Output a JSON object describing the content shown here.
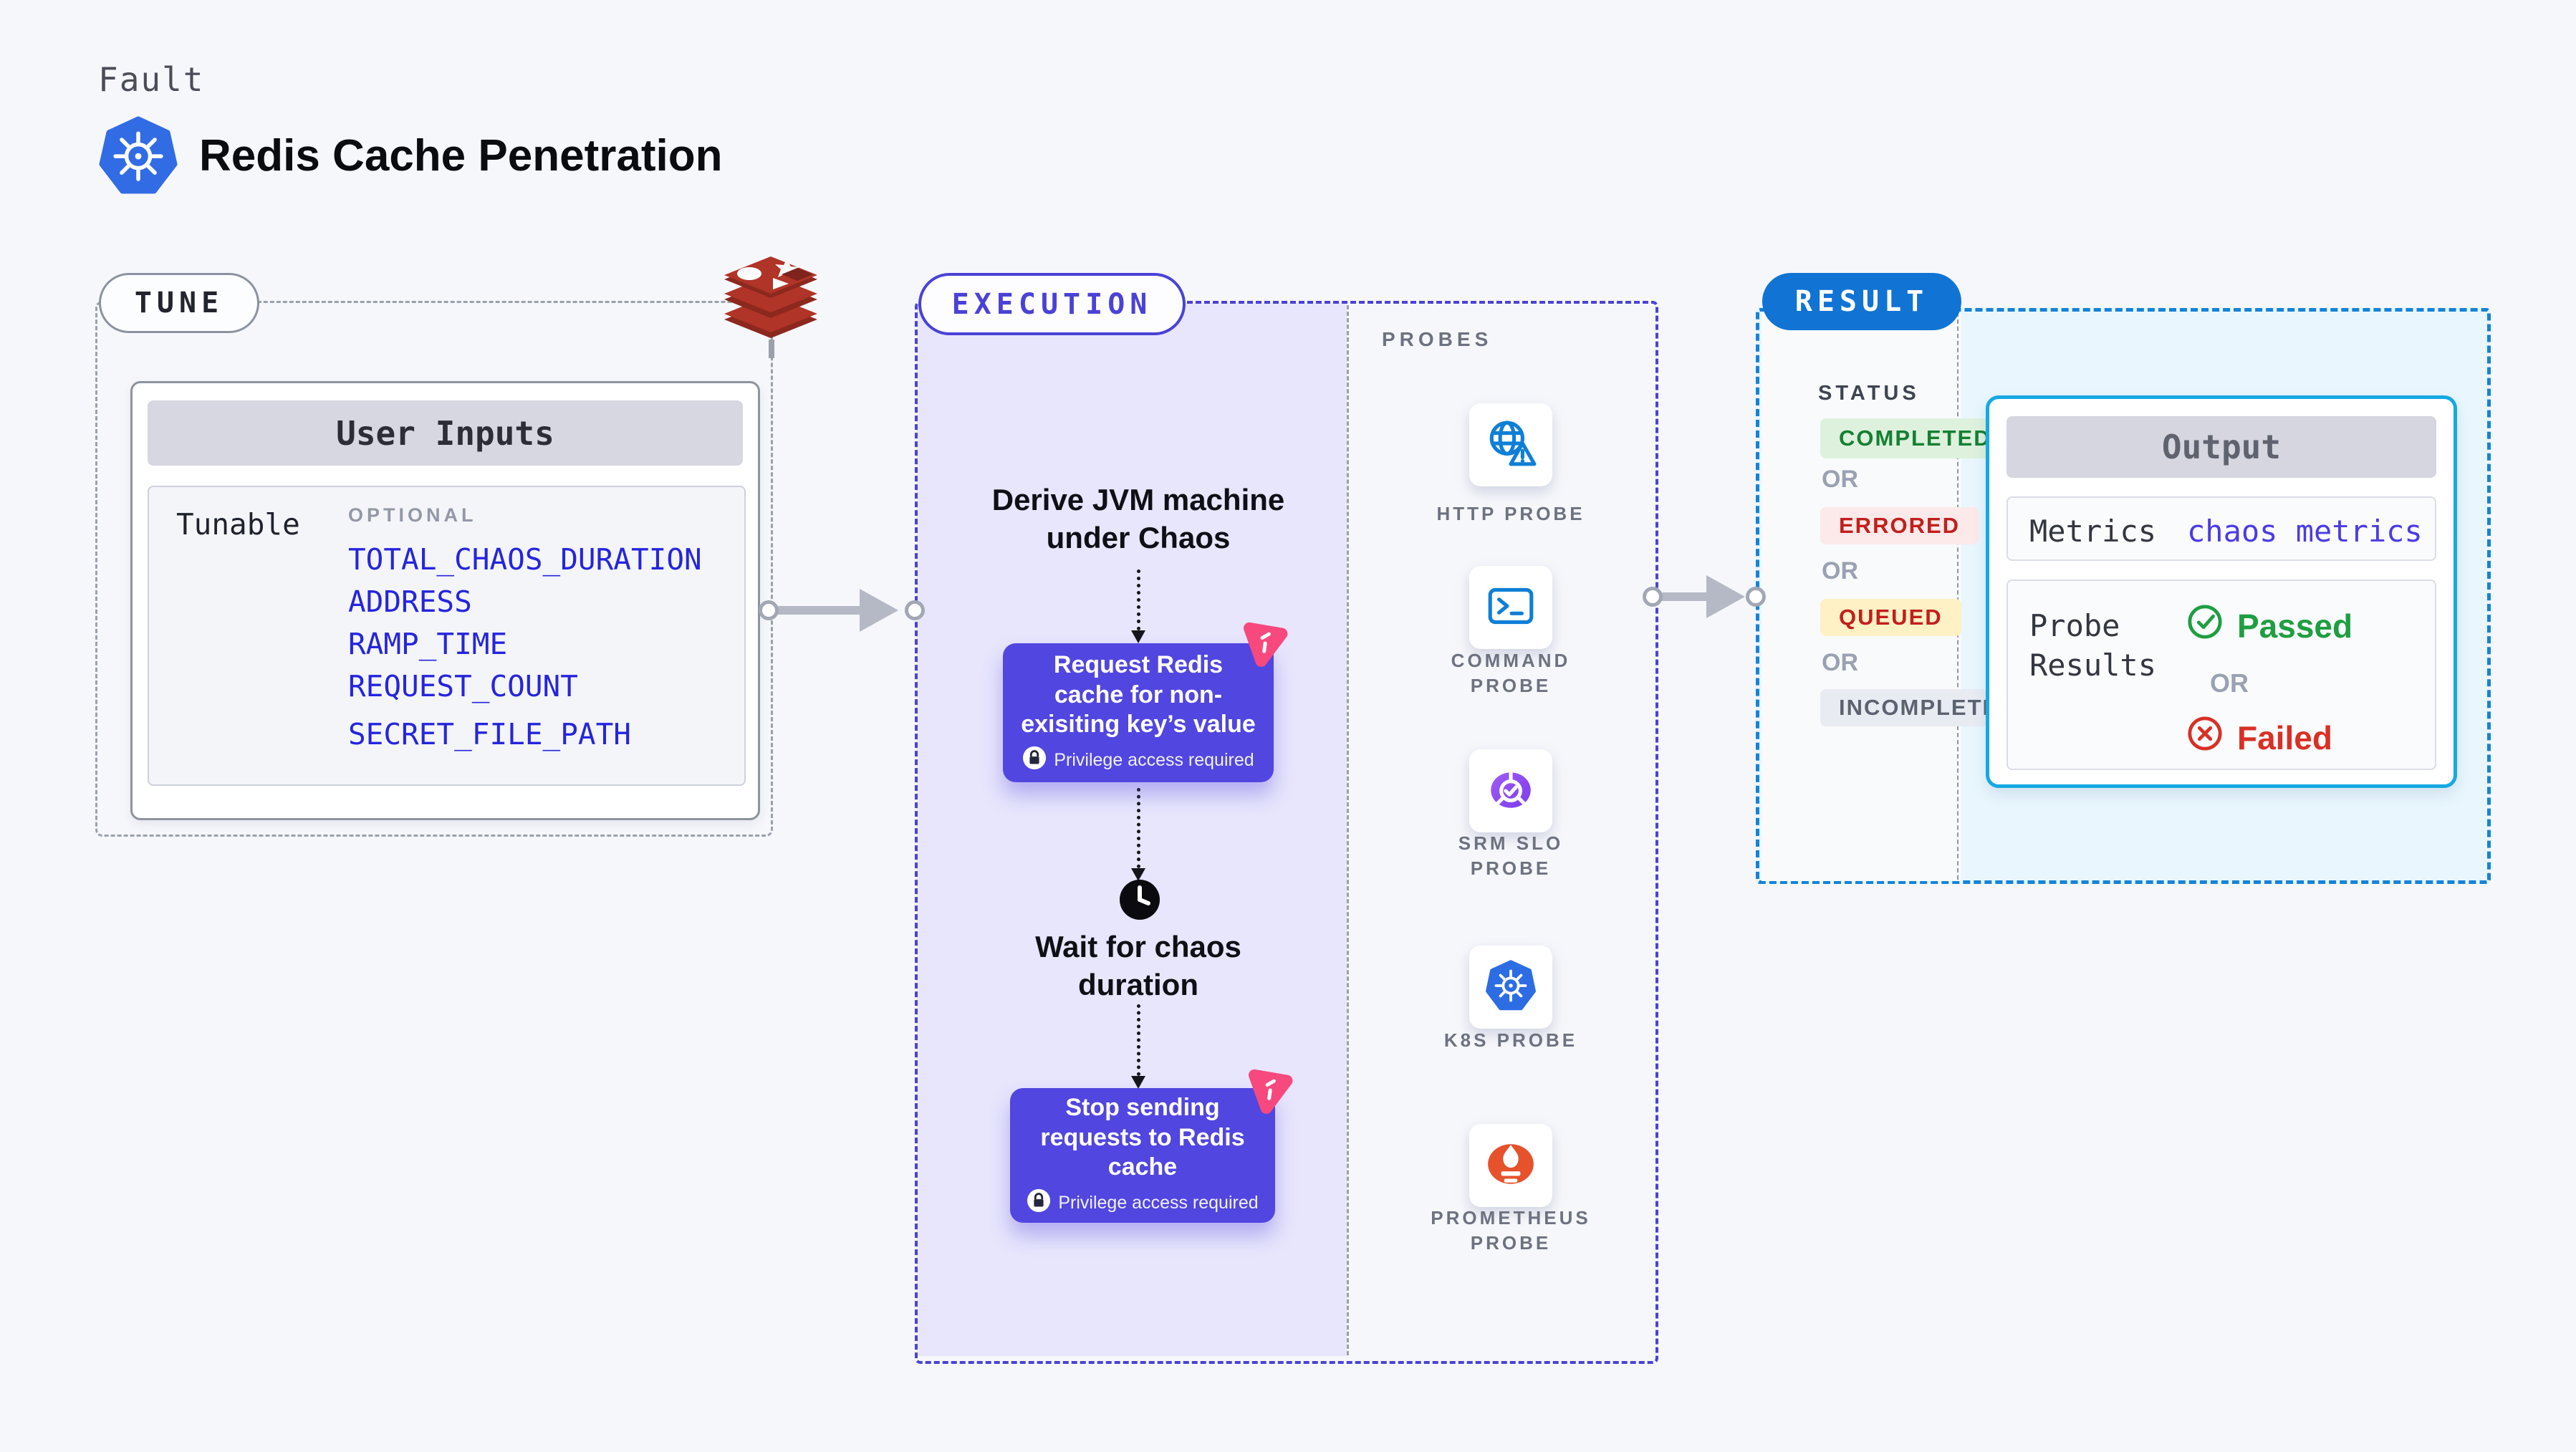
{
  "header": {
    "eyebrow": "Fault",
    "title": "Redis Cache Penetration"
  },
  "tune": {
    "pill_label": "TUNE",
    "user_inputs": {
      "title": "User Inputs",
      "row_label": "Tunable",
      "optional_label": "OPTIONAL",
      "env_vars": [
        "TOTAL_CHAOS_DURATION",
        "ADDRESS",
        "RAMP_TIME",
        "REQUEST_COUNT",
        "SECRET_FILE_PATH"
      ]
    }
  },
  "execution": {
    "pill_label": "EXECUTION",
    "step1": "Derive JVM machine under Chaos",
    "action1": {
      "text": "Request Redis cache for non-exisiting key’s value",
      "note": "Privilege access required"
    },
    "wait_step": "Wait for chaos duration",
    "action2": {
      "text": "Stop sending requests to Redis cache",
      "note": "Privilege access required"
    }
  },
  "probes": {
    "label": "PROBES",
    "items": [
      {
        "label": "HTTP PROBE",
        "icon": "globe-alert-icon"
      },
      {
        "label": "COMMAND PROBE",
        "icon": "terminal-icon"
      },
      {
        "label": "SRM SLO PROBE",
        "icon": "slo-check-icon"
      },
      {
        "label": "K8S PROBE",
        "icon": "kubernetes-icon"
      },
      {
        "label": "PROMETHEUS PROBE",
        "icon": "prometheus-icon"
      }
    ]
  },
  "result": {
    "pill_label": "RESULT",
    "status_label": "STATUS",
    "or_label": "OR",
    "statuses": [
      {
        "label": "COMPLETED",
        "text_color": "#157f33",
        "bg_color": "#def1dd"
      },
      {
        "label": "ERRORED",
        "text_color": "#c11f1c",
        "bg_color": "#fce9e9"
      },
      {
        "label": "QUEUED",
        "text_color": "#c11f1c",
        "bg_color": "#fdf1c5"
      },
      {
        "label": "INCOMPLETED",
        "text_color": "#5b6270",
        "bg_color": "#e9ebf2"
      }
    ],
    "output": {
      "title": "Output",
      "metrics_label": "Metrics",
      "metrics_value": "chaos metrics",
      "probe_results_label": "Probe Results",
      "or_label": "OR",
      "passed_label": "Passed",
      "failed_label": "Failed",
      "passed_color": "#1e9e41",
      "failed_color": "#d93025"
    }
  },
  "colors": {
    "page_bg": "#f6f7fb",
    "execution_accent": "#4a42d6",
    "execution_fill": "#e7e6fc",
    "action_box": "#5146df",
    "chaos_badge_pink": "#f7497e",
    "result_accent": "#1583d7",
    "result_fill": "#e9f6fd",
    "output_border": "#16a9e2",
    "env_var_blue": "#2525dd",
    "kubernetes_blue": "#326ce5",
    "redis_red": "#a93226",
    "prometheus_orange": "#e6522c",
    "arrow_gray": "#b5b9c5"
  }
}
